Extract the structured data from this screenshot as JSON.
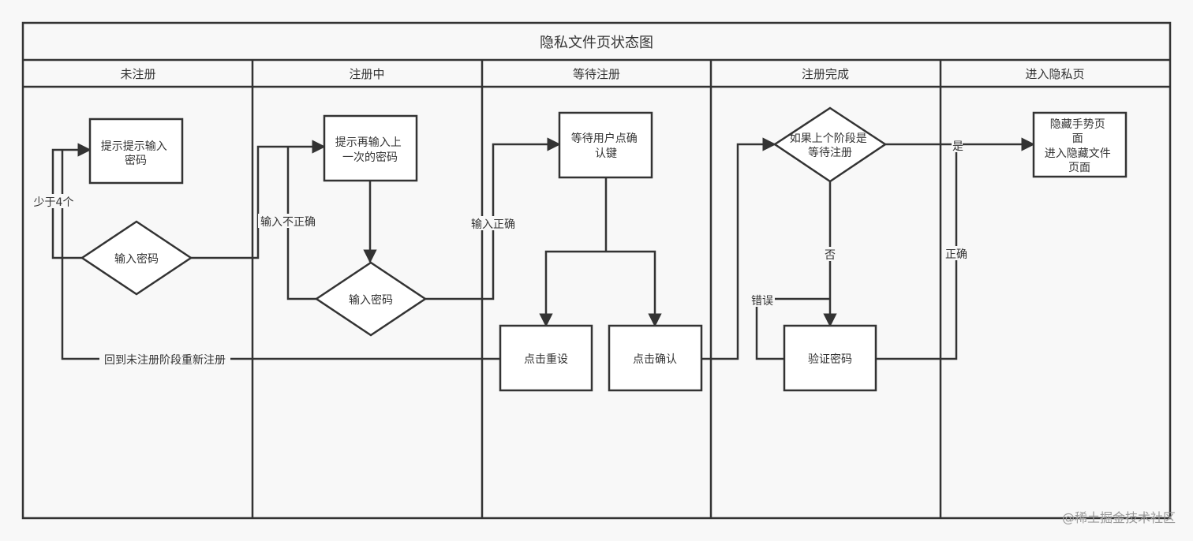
{
  "title": "隐私文件页状态图",
  "lanes": [
    "未注册",
    "注册中",
    "等待注册",
    "注册完成",
    "进入隐私页"
  ],
  "nodes": {
    "hint_input": [
      "提示提示输入",
      "密码"
    ],
    "input_pwd_1": [
      "输入密码"
    ],
    "hint_reinput": [
      "提示再输入上",
      "一次的密码"
    ],
    "input_pwd_2": [
      "输入密码"
    ],
    "wait_confirm": [
      "等待用户点确",
      "认键"
    ],
    "click_reset": [
      "点击重设"
    ],
    "click_confirm": [
      "点击确认"
    ],
    "prev_stage_check": [
      "如果上个阶段是",
      "等待注册"
    ],
    "verify_pwd": [
      "验证密码"
    ],
    "hidden_page": [
      "隐藏手势页",
      "面",
      "进入隐藏文件",
      "页面"
    ]
  },
  "edge_labels": {
    "less_than_4": "少于4个",
    "input_incorrect": "输入不正确",
    "input_correct": "输入正确",
    "back_to_unregistered": "回到未注册阶段重新注册",
    "yes": "是",
    "no": "否",
    "error": "错误",
    "correct": "正确"
  },
  "watermark": "@稀土掘金技术社区"
}
